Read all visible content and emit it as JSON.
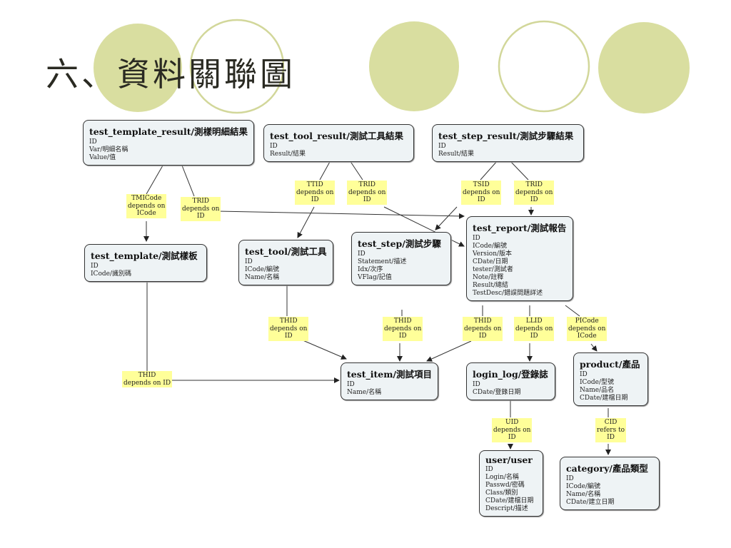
{
  "slide": {
    "title": "六、資料關聯圖"
  },
  "colors": {
    "circle_fill": "#d9dea0",
    "circle_stroke": "#d2d79a",
    "box_fill": "#eef3f5",
    "label_fill": "#ffff99"
  },
  "entities": {
    "test_template_result": {
      "name": "test_template_result/測樣明細結果",
      "fields": [
        "ID",
        "Var/明細名稱",
        "Value/值"
      ]
    },
    "test_tool_result": {
      "name": "test_tool_result/測試工具結果",
      "fields": [
        "ID",
        "Result/結果"
      ]
    },
    "test_step_result": {
      "name": "test_step_result/測試步驟結果",
      "fields": [
        "ID",
        "Result/結果"
      ]
    },
    "test_template": {
      "name": "test_template/測試樣板",
      "fields": [
        "ID",
        "ICode/識別碼"
      ]
    },
    "test_tool": {
      "name": "test_tool/測試工具",
      "fields": [
        "ID",
        "ICode/編號",
        "Name/名稱"
      ]
    },
    "test_step": {
      "name": "test_step/測試步驟",
      "fields": [
        "ID",
        "Statement/描述",
        "Idx/次序",
        "VFlag/記值"
      ]
    },
    "test_report": {
      "name": "test_report/測試報告",
      "fields": [
        "ID",
        "ICode/編號",
        "Version/版本",
        "CDate/日期",
        "tester/測試者",
        "Note/註釋",
        "Result/總結",
        "TestDesc/錯誤問題詳述"
      ]
    },
    "test_item": {
      "name": "test_item/測試項目",
      "fields": [
        "ID",
        "Name/名稱"
      ]
    },
    "login_log": {
      "name": "login_log/登錄誌",
      "fields": [
        "ID",
        "CDate/登錄日期"
      ]
    },
    "product": {
      "name": "product/產品",
      "fields": [
        "ID",
        "ICode/型號",
        "Name/品名",
        "CDate/建檔日期"
      ]
    },
    "user": {
      "name": "user/user",
      "fields": [
        "ID",
        "Login/名稱",
        "Passwd/密碼",
        "Class/類別",
        "CDate/建檔日期",
        "Descript/描述"
      ]
    },
    "category": {
      "name": "category/產品類型",
      "fields": [
        "ID",
        "ICode/編號",
        "Name/名稱",
        "CDate/建立日期"
      ]
    }
  },
  "relations": {
    "tmicode": "TMICode\ndepends on\nICode",
    "trid_a": "TRID\ndepends on\nID",
    "ttid_a": "TTID\ndepends on\nID",
    "trid_b": "TRID\ndepends on\nID",
    "tsid": "TSID\ndepends on\nID",
    "trid_c": "TRID\ndepends on\nID",
    "thid_a": "THID\ndepends on\nID",
    "thid_b": "THID\ndepends on\nID",
    "thid_c": "THID\ndepends on\nID",
    "llid": "LLID\ndepends on\nID",
    "picode": "PICode\ndepends on\nICode",
    "thid_d": "THID\ndepends on ID",
    "uid": "UID\ndepends on\nID",
    "cid": "CID\nrefers to\nID"
  }
}
